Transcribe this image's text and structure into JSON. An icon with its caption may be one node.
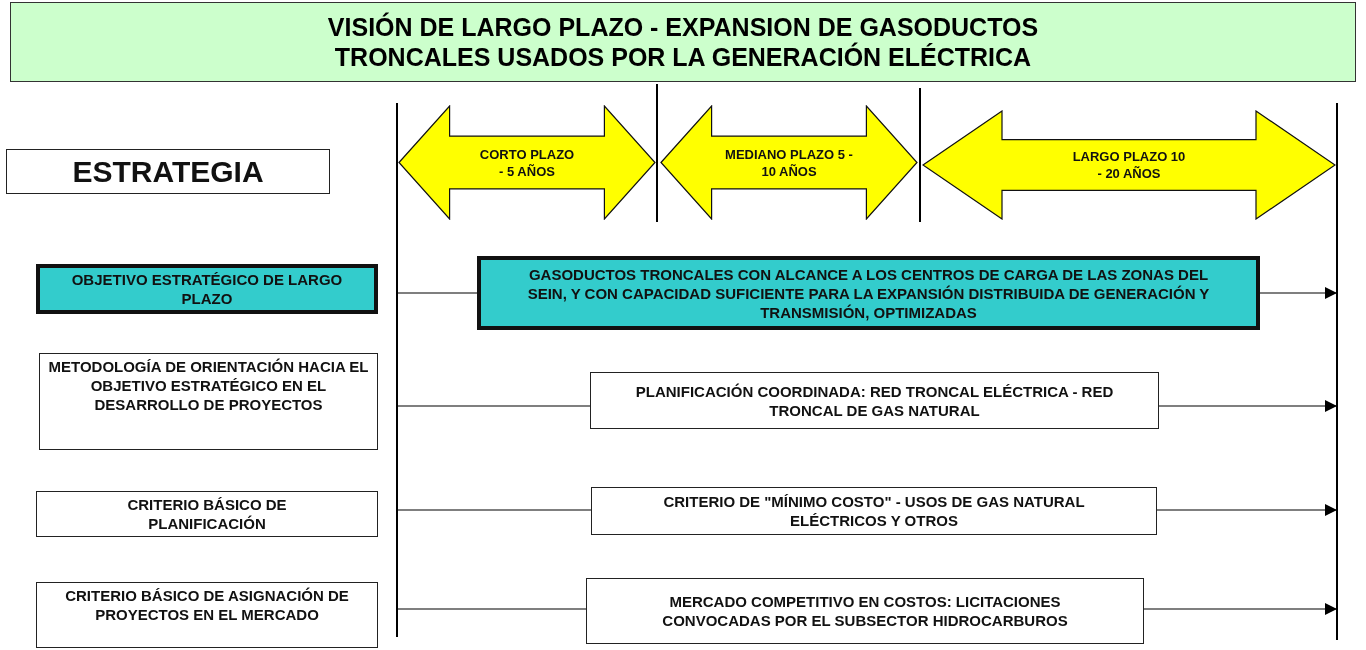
{
  "diagram": {
    "title": "VISIÓN DE LARGO PLAZO - EXPANSION DE GASODUCTOS TRONCALES USADOS POR LA GENERACIÓN ELÉCTRICA",
    "nodes": [
      {
        "text": [
          "ESTRATEGIA"
        ]
      },
      {
        "text": [
          "CORTO PLAZO - 5 AÑOS"
        ]
      },
      {
        "text": [
          "MEDIANO PLAZO 5 - 10 AÑOS"
        ]
      },
      {
        "text": [
          "LARGO PLAZO 10 - 20 AÑOS"
        ]
      },
      {
        "text": [
          "OBJETIVO ESTRATÉGICO DE LARGO PLAZO"
        ]
      },
      {
        "text": [
          "GASODUCTOS TRONCALES CON ALCANCE A LOS CENTROS DE CARGA DE LAS ZONAS DEL SEIN, Y CON CAPACIDAD SUFICIENTE PARA LA EXPANSIÓN DISTRIBUIDA DE GENERACIÓN Y TRANSMISIÓN, OPTIMIZADAS"
        ]
      },
      {
        "text": [
          "METODOLOGÍA DE ORIENTACIÓN HACIA EL OBJETIVO ESTRATÉGICO EN EL DESARROLLO DE PROYECTOS"
        ]
      },
      {
        "text": [
          "PLANIFICACIÓN COORDINADA: RED TRONCAL ELÉCTRICA - RED TRONCAL DE GAS NATURAL"
        ]
      },
      {
        "text": [
          "CRITERIO BÁSICO DE PLANIFICACIÓN"
        ]
      },
      {
        "text": [
          "CRITERIO DE \"MÍNIMO COSTO\" - USOS DE GAS NATURAL ELÉCTRICOS Y OTROS"
        ]
      },
      {
        "text": [
          "CRITERIO BÁSICO DE ASIGNACIÓN DE PROYECTOS EN EL MERCADO"
        ]
      },
      {
        "text": [
          "MERCADO COMPETITIVO EN COSTOS: LICITACIONES CONVOCADAS POR EL SUBSECTOR HIDROCARBUROS"
        ]
      }
    ],
    "edges": [
      {
        "from": null,
        "to": 5,
        "arrow": "none"
      },
      {
        "from": 5,
        "to": null,
        "arrow": "to"
      },
      {
        "from": null,
        "to": 7,
        "arrow": "none"
      },
      {
        "from": 7,
        "to": null,
        "arrow": "to"
      },
      {
        "from": null,
        "to": 9,
        "arrow": "none"
      },
      {
        "from": 9,
        "to": null,
        "arrow": "to"
      },
      {
        "from": null,
        "to": 11,
        "arrow": "none"
      },
      {
        "from": 11,
        "to": null,
        "arrow": "to"
      }
    ]
  }
}
